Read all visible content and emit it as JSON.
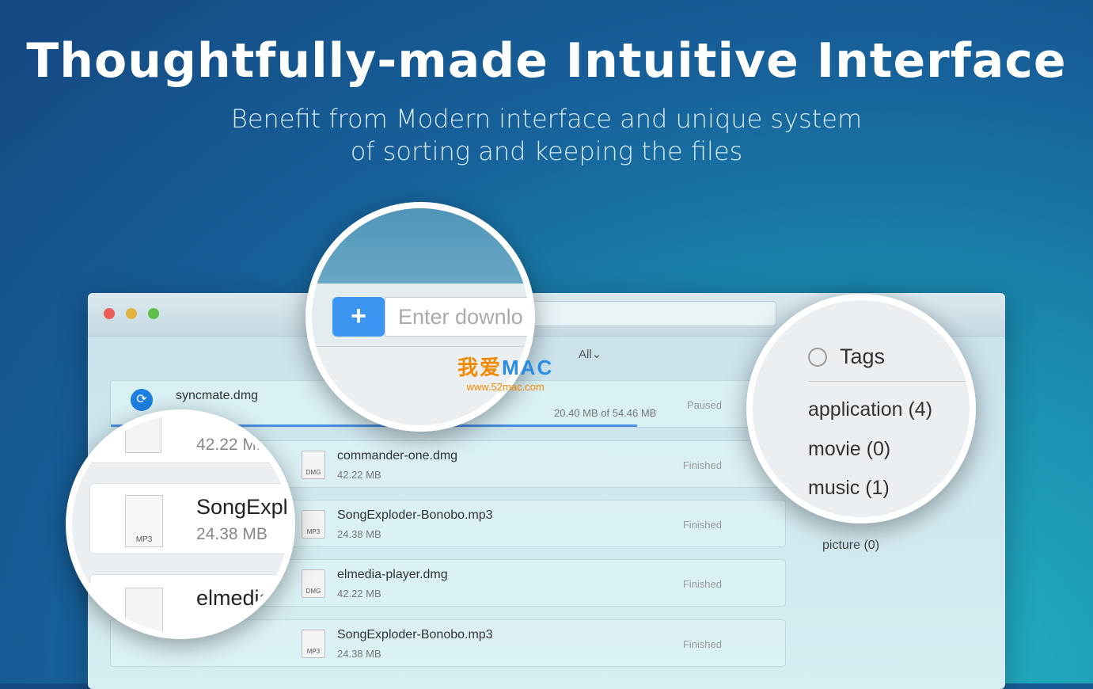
{
  "headline": "Thoughtfully-made Intuitive Interface",
  "subheadline": [
    "Benefit from Modern interface and unique system",
    "of sorting and keeping the files"
  ],
  "toolbar": {
    "add_label": "+",
    "url_placeholder": "Enter downlo"
  },
  "filter": {
    "label": "All",
    "chevron": "⌄"
  },
  "downloads": [
    {
      "name": "syncmate.dmg",
      "size": "20.40 MB of 54.46 MB",
      "status": "Paused",
      "icon": "sync-icon",
      "progress": 0.78
    },
    {
      "name": "commander-one.dmg",
      "size": "42.22 MB",
      "status": "Finished",
      "icon": "DMG"
    },
    {
      "name": "SongExploder-Bonobo.mp3",
      "size": "24.38 MB",
      "status": "Finished",
      "icon": "MP3"
    },
    {
      "name": "elmedia-player.dmg",
      "size": "42.22 MB",
      "status": "Finished",
      "icon": "DMG"
    },
    {
      "name": "SongExploder-Bonobo.mp3",
      "size": "24.38 MB",
      "status": "Finished",
      "icon": "MP3"
    }
  ],
  "tags": {
    "title": "Tags",
    "items": [
      "application (4)",
      "movie (0)",
      "music (1)",
      "picture (0)"
    ]
  },
  "watermark": {
    "brand": "我爱",
    "brand2": "MAC",
    "url": "www.52mac.com"
  }
}
